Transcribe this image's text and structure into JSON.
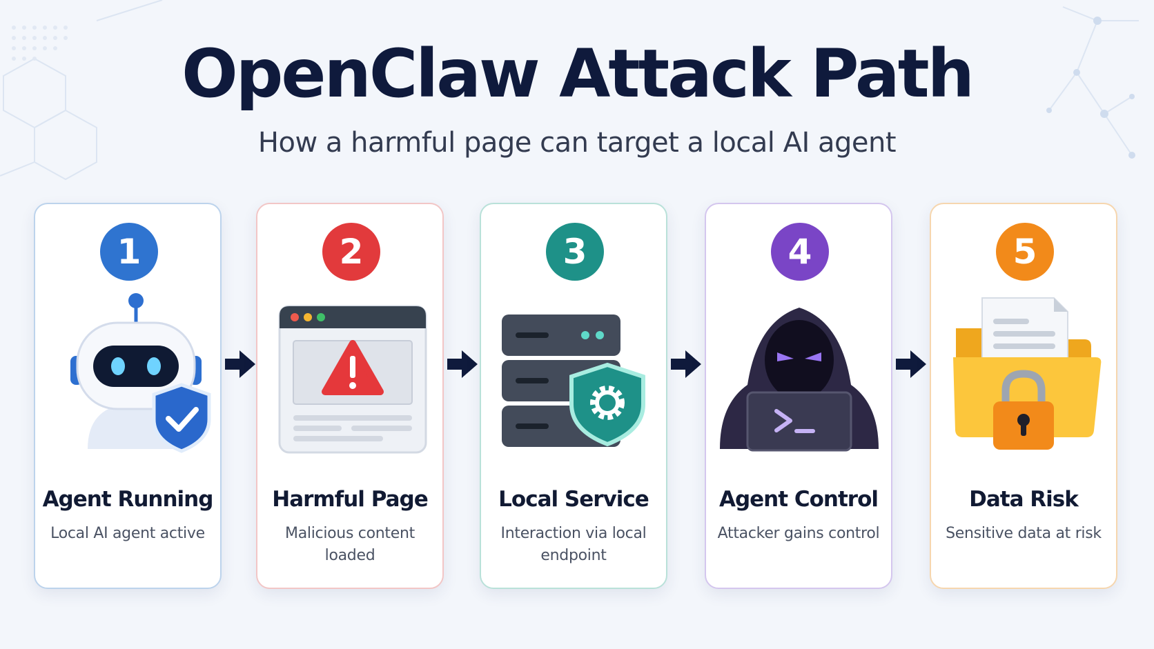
{
  "header": {
    "title": "OpenClaw Attack Path",
    "subtitle": "How a harmful page can target a local AI agent"
  },
  "steps": [
    {
      "number": "1",
      "title": "Agent Running",
      "description": "Local AI agent active",
      "icon": "robot-shield-icon",
      "color": "#2f74d0",
      "border": "#bcd3ec"
    },
    {
      "number": "2",
      "title": "Harmful Page",
      "description": "Malicious content loaded",
      "icon": "warning-browser-icon",
      "color": "#e23a3c",
      "border": "#f2c6c6"
    },
    {
      "number": "3",
      "title": "Local Service",
      "description": "Interaction via local endpoint",
      "icon": "server-shield-icon",
      "color": "#1e9188",
      "border": "#b9e1d9"
    },
    {
      "number": "4",
      "title": "Agent Control",
      "description": "Attacker gains control",
      "icon": "hooded-attacker-icon",
      "color": "#7a45c6",
      "border": "#d4c6ee"
    },
    {
      "number": "5",
      "title": "Data Risk",
      "description": "Sensitive data at risk",
      "icon": "locked-folder-icon",
      "color": "#f28a1a",
      "border": "#f6d6ae"
    }
  ],
  "colors": {
    "title": "#0f1a3c",
    "arrow": "#0f1a3c",
    "background": "#f3f6fb"
  }
}
